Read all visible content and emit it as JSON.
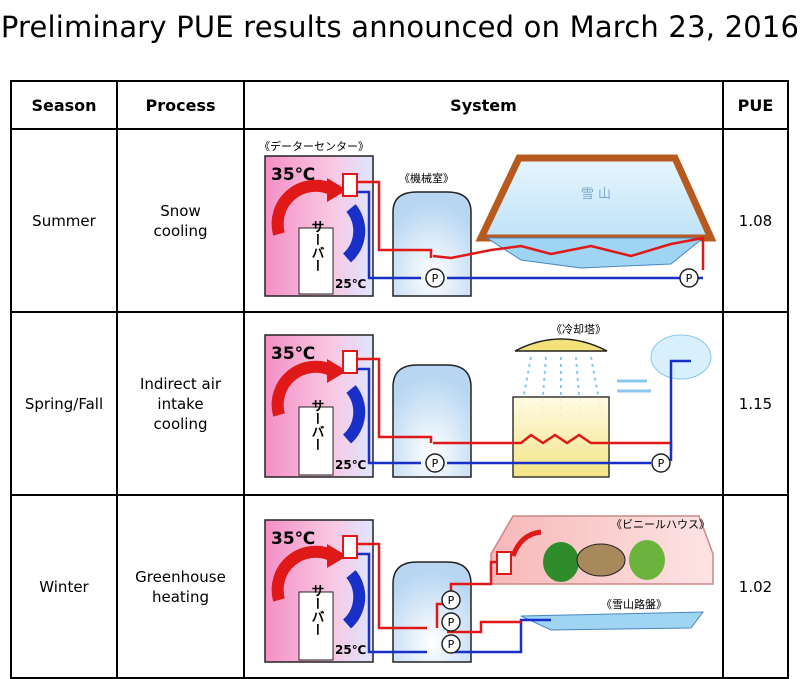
{
  "title": "Preliminary PUE results announced on March 23, 2016",
  "headers": {
    "season": "Season",
    "process": "Process",
    "system": "System",
    "pue": "PUE"
  },
  "rows": [
    {
      "season": "Summer",
      "process": [
        "Snow",
        "cooling"
      ],
      "pue": "1.08",
      "labels": {
        "datacenter": "《データーセンター》",
        "machine_room": "《機械室》",
        "snow_mountain": "雪 山"
      }
    },
    {
      "season": "Spring/Fall",
      "process": [
        "Indirect air",
        "intake",
        "cooling"
      ],
      "pue": "1.15",
      "labels": {
        "cooling_tower": "《冷却塔》"
      }
    },
    {
      "season": "Winter",
      "process": [
        "Greenhouse",
        "heating"
      ],
      "pue": "1.02",
      "labels": {
        "greenhouse": "《ビニールハウス》",
        "snow_ground": "《雪山路盤》"
      }
    }
  ],
  "diagram_labels": {
    "hot_temp": "35℃",
    "cold_temp": "25℃",
    "server": "サーバー",
    "pump": "P"
  },
  "colors": {
    "hot_pipe": "#e01818",
    "cold_pipe": "#1830c8",
    "snow_roof": "#b85a1e",
    "server_room_bg": "#f4a3cf"
  }
}
